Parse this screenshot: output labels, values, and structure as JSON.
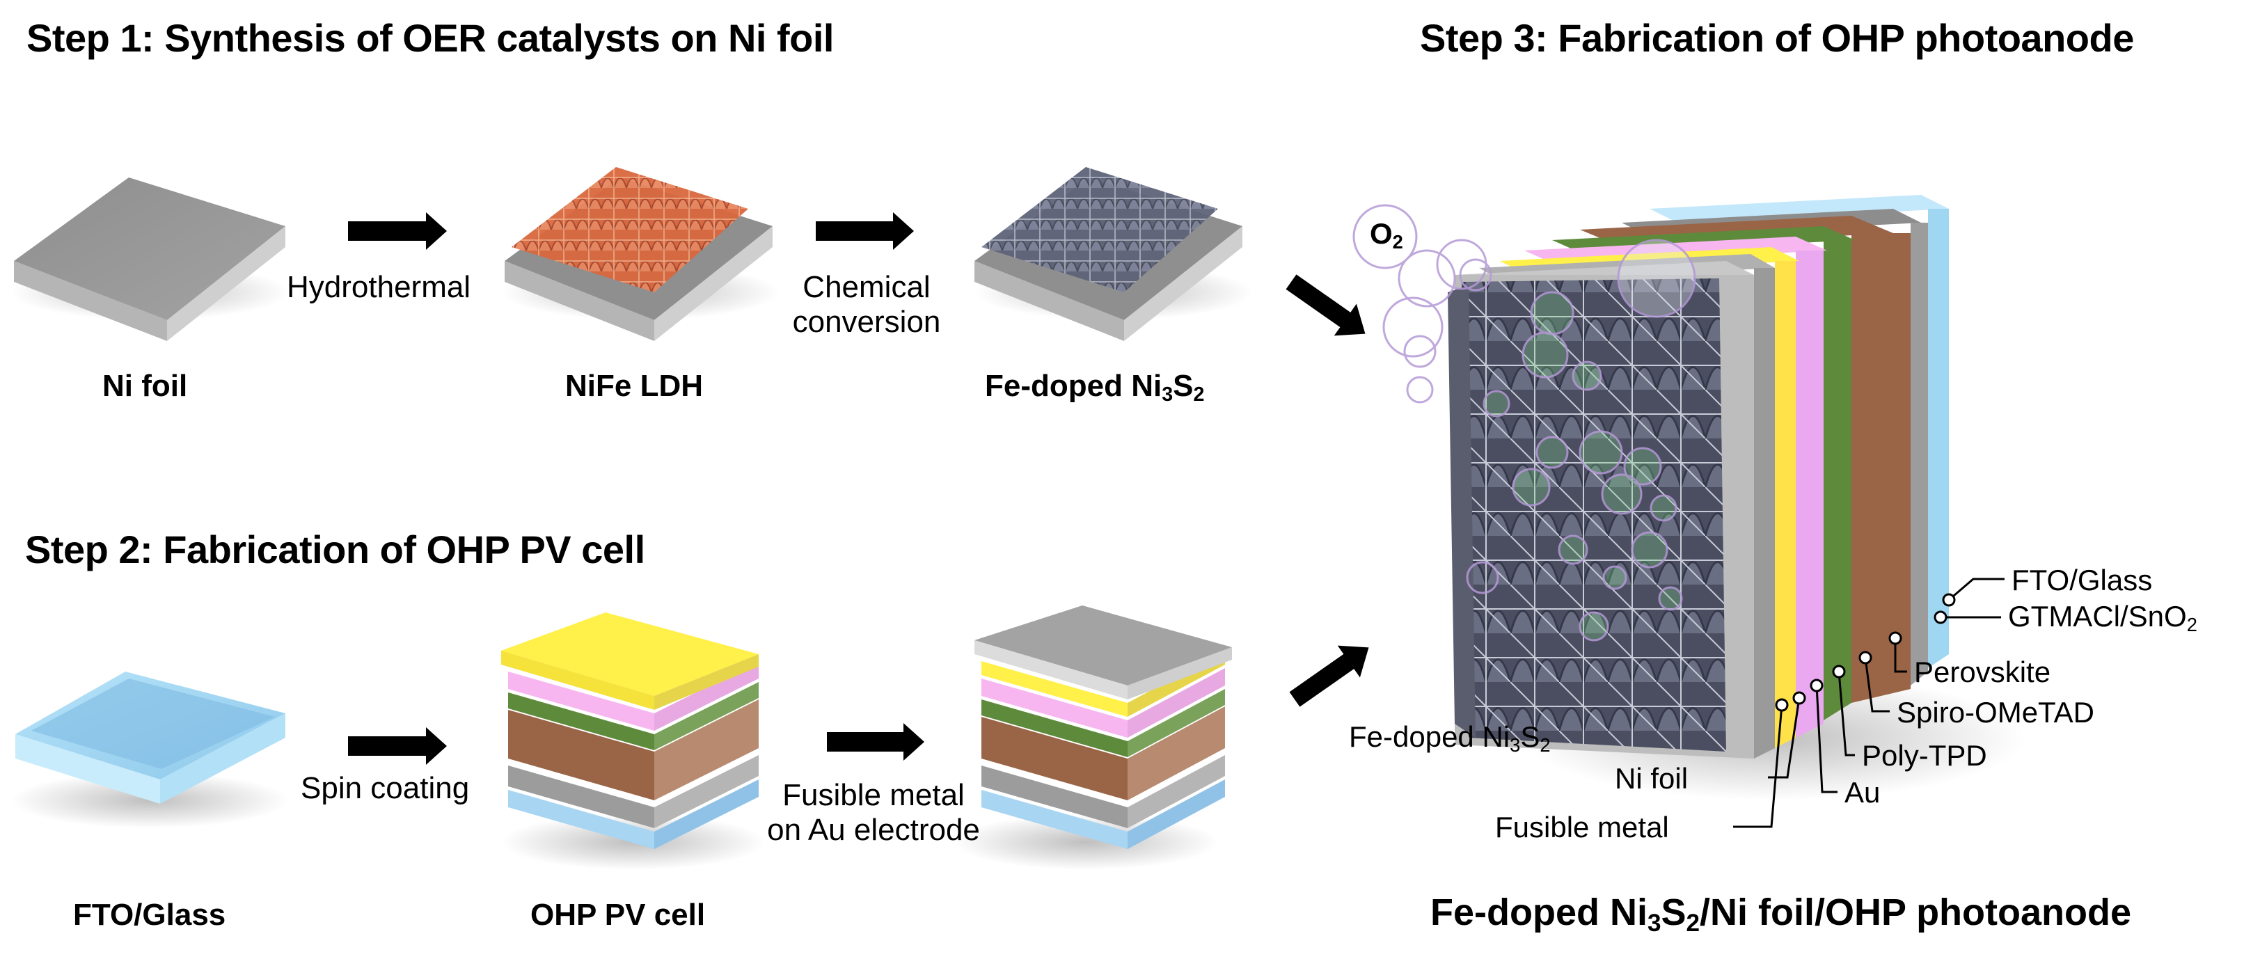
{
  "step1": {
    "title": "Step 1: Synthesis of OER catalysts on Ni foil",
    "samples": [
      {
        "label": "Ni foil"
      },
      {
        "label": "NiFe LDH"
      },
      {
        "label_main": "Fe-doped Ni",
        "sub1": "3",
        "mid": "S",
        "sub2": "2"
      }
    ],
    "processes": [
      {
        "line1": "Hydrothermal"
      },
      {
        "line1": "Chemical",
        "line2": "conversion"
      }
    ]
  },
  "step2": {
    "title": "Step 2: Fabrication of OHP PV cell",
    "samples": [
      {
        "label": "FTO/Glass"
      },
      {
        "label": "OHP PV cell"
      }
    ],
    "processes": [
      {
        "line1": "Spin coating"
      },
      {
        "line1": "Fusible metal",
        "line2": "on Au electrode"
      }
    ]
  },
  "step3": {
    "title": "Step 3: Fabrication of OHP photoanode",
    "bubble_label_main": "O",
    "bubble_label_sub": "2",
    "callouts": {
      "fto": "FTO/Glass",
      "gtmacl_main": "GTMACl/SnO",
      "gtmacl_sub": "2",
      "perovskite": "Perovskite",
      "spiro": "Spiro-OMeTAD",
      "polytpd": "Poly-TPD",
      "au": "Au",
      "nifoil": "Ni foil",
      "fusible": "Fusible metal",
      "fedoped_main": "Fe-doped Ni",
      "fedoped_sub1": "3",
      "fedoped_mid": "S",
      "fedoped_sub2": "2"
    },
    "final_title": {
      "p1": "Fe-doped Ni",
      "s1": "3",
      "p2": "S",
      "s2": "2",
      "p3": "/Ni foil/OHP photoanode"
    }
  },
  "colors": {
    "ni_foil": "#9a9a9a",
    "nife_ldh": "#d4623c",
    "ni3s2": "#6b6f86",
    "glass": "#9fd6f2",
    "yellow": "#fff04a",
    "pink": "#f7b6f0",
    "green": "#5e8a3c",
    "brown": "#9a6446",
    "gray_layer": "#9c9c9c",
    "arrow": "#000000"
  }
}
